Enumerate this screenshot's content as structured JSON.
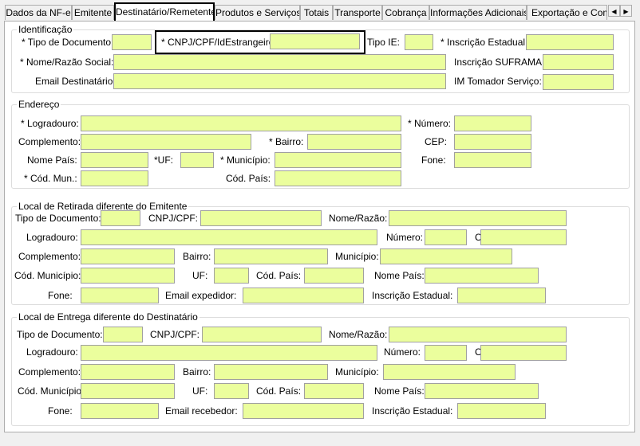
{
  "tabs": [
    {
      "label": "Dados da NF-e"
    },
    {
      "label": "Emitente"
    },
    {
      "label": "Destinatário/Remetente"
    },
    {
      "label": "Produtos e Serviços"
    },
    {
      "label": "Totais"
    },
    {
      "label": "Transporte"
    },
    {
      "label": "Cobrança"
    },
    {
      "label": "Informações Adicionais"
    },
    {
      "label": "Exportação e Compra"
    }
  ],
  "scroll": {
    "left": "◀",
    "right": "▶"
  },
  "identificacao": {
    "title": "Identificação",
    "tipo_documento": "* Tipo de Documento:",
    "cnpj_cpf": "* CNPJ/CPF/IdEstrangeiro:",
    "tipo_ie": "Tipo IE:",
    "inscricao_estadual": "* Inscrição Estadual:",
    "nome": "* Nome/Razão Social:",
    "suframa": "Inscrição SUFRAMA:",
    "email": "Email Destinatário:",
    "im_tomador": "IM Tomador Serviço:"
  },
  "endereco": {
    "title": "Endereço",
    "logradouro": "* Logradouro:",
    "numero": "* Número:",
    "complemento": "Complemento:",
    "bairro": "* Bairro:",
    "cep": "CEP:",
    "nome_pais": "Nome País:",
    "uf": "*UF:",
    "municipio": "* Município:",
    "fone": "Fone:",
    "cod_mun": "* Cód. Mun.:",
    "cod_pais": "Cód. País:"
  },
  "retirada": {
    "title": "Local de Retirada diferente do Emitente",
    "tipo_documento": "Tipo de Documento:",
    "cnpj_cpf": "CNPJ/CPF:",
    "nome_razao": "Nome/Razão:",
    "logradouro": "Logradouro:",
    "numero": "Número:",
    "cep": "CEP:",
    "complemento": "Complemento:",
    "bairro": "Bairro:",
    "municipio": "Município:",
    "cod_municipio": "Cód. Município:",
    "uf": "UF:",
    "cod_pais": "Cód. País:",
    "nome_pais": "Nome País:",
    "fone": "Fone:",
    "email": "Email expedidor:",
    "inscricao_estadual": "Inscrição Estadual:"
  },
  "entrega": {
    "title": "Local de Entrega diferente do Destinatário",
    "tipo_documento": "Tipo de Documento:",
    "cnpj_cpf": "CNPJ/CPF:",
    "nome_razao": "Nome/Razão:",
    "logradouro": "Logradouro:",
    "numero": "Número:",
    "cep": "CEP:",
    "complemento": "Complemento:",
    "bairro": "Bairro:",
    "municipio": "Município:",
    "cod_municipio": "Cód. Município:",
    "uf": "UF:",
    "cod_pais": "Cód. País:",
    "nome_pais": "Nome País:",
    "fone": "Fone:",
    "email": "Email recebedor:",
    "inscricao_estadual": "Inscrição Estadual:"
  }
}
